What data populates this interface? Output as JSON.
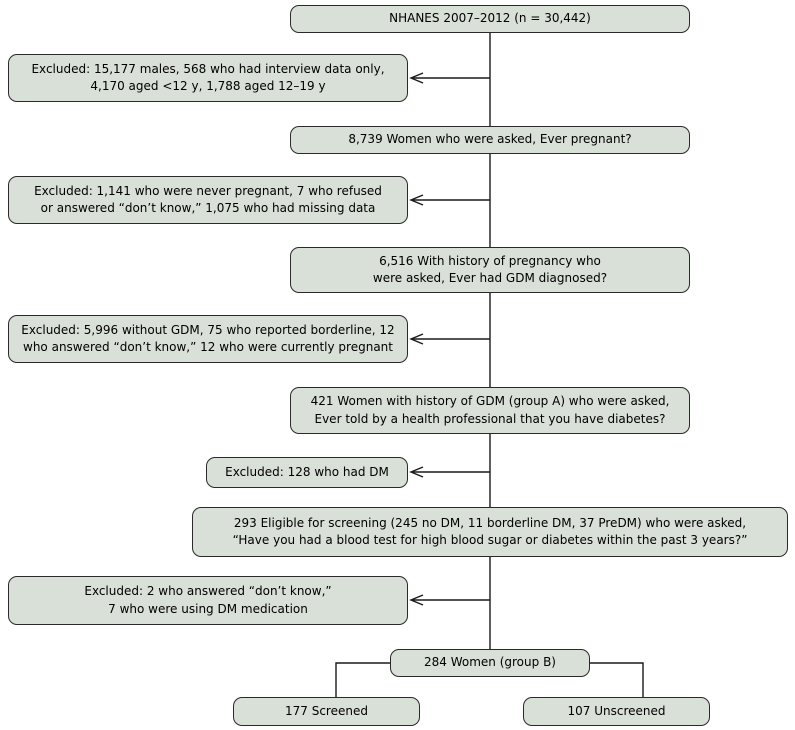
{
  "boxes": {
    "nhanes": {
      "lines": [
        "NHANES 2007–2012 (n = 30,442)"
      ]
    },
    "excl1": {
      "lines": [
        "Excluded: 15,177 males, 568 who had interview data only,",
        "4,170 aged <12 y, 1,788 aged 12–19 y"
      ]
    },
    "asked_preg": {
      "lines": [
        "8,739 Women who were asked, Ever pregnant?"
      ]
    },
    "excl2": {
      "lines": [
        "Excluded: 1,141 who were never pregnant, 7 who refused",
        "or answered “don’t know,” 1,075 who had missing data"
      ]
    },
    "hist_preg": {
      "lines": [
        "6,516 With history of pregnancy who",
        "were asked, Ever had GDM diagnosed?"
      ]
    },
    "excl3": {
      "lines": [
        "Excluded: 5,996 without GDM, 75 who reported borderline, 12",
        "who answered “don’t know,” 12 who were currently pregnant"
      ]
    },
    "gdm_421": {
      "lines": [
        "421 Women with history of GDM (group A) who were asked,",
        "Ever told by a health professional that you have diabetes?"
      ]
    },
    "excl4": {
      "lines": [
        "Excluded: 128 who had DM"
      ]
    },
    "eligible": {
      "lines": [
        "293 Eligible for screening (245 no DM, 11 borderline DM, 37 PreDM) who were asked,",
        "“Have you had a blood test for high blood sugar or diabetes within the past 3 years?”"
      ]
    },
    "excl5": {
      "lines": [
        "Excluded: 2 who answered “don’t know,”",
        "7 who were using DM medication"
      ]
    },
    "group_b": {
      "lines": [
        "284 Women (group B)"
      ]
    },
    "screened": {
      "lines": [
        "177 Screened"
      ]
    },
    "unscreened": {
      "lines": [
        "107 Unscreened"
      ]
    }
  },
  "colors": {
    "box_fill": "#d9e0d7",
    "box_border": "#2a2a2a",
    "line": "#1a1a1a",
    "background": "#ffffff"
  }
}
